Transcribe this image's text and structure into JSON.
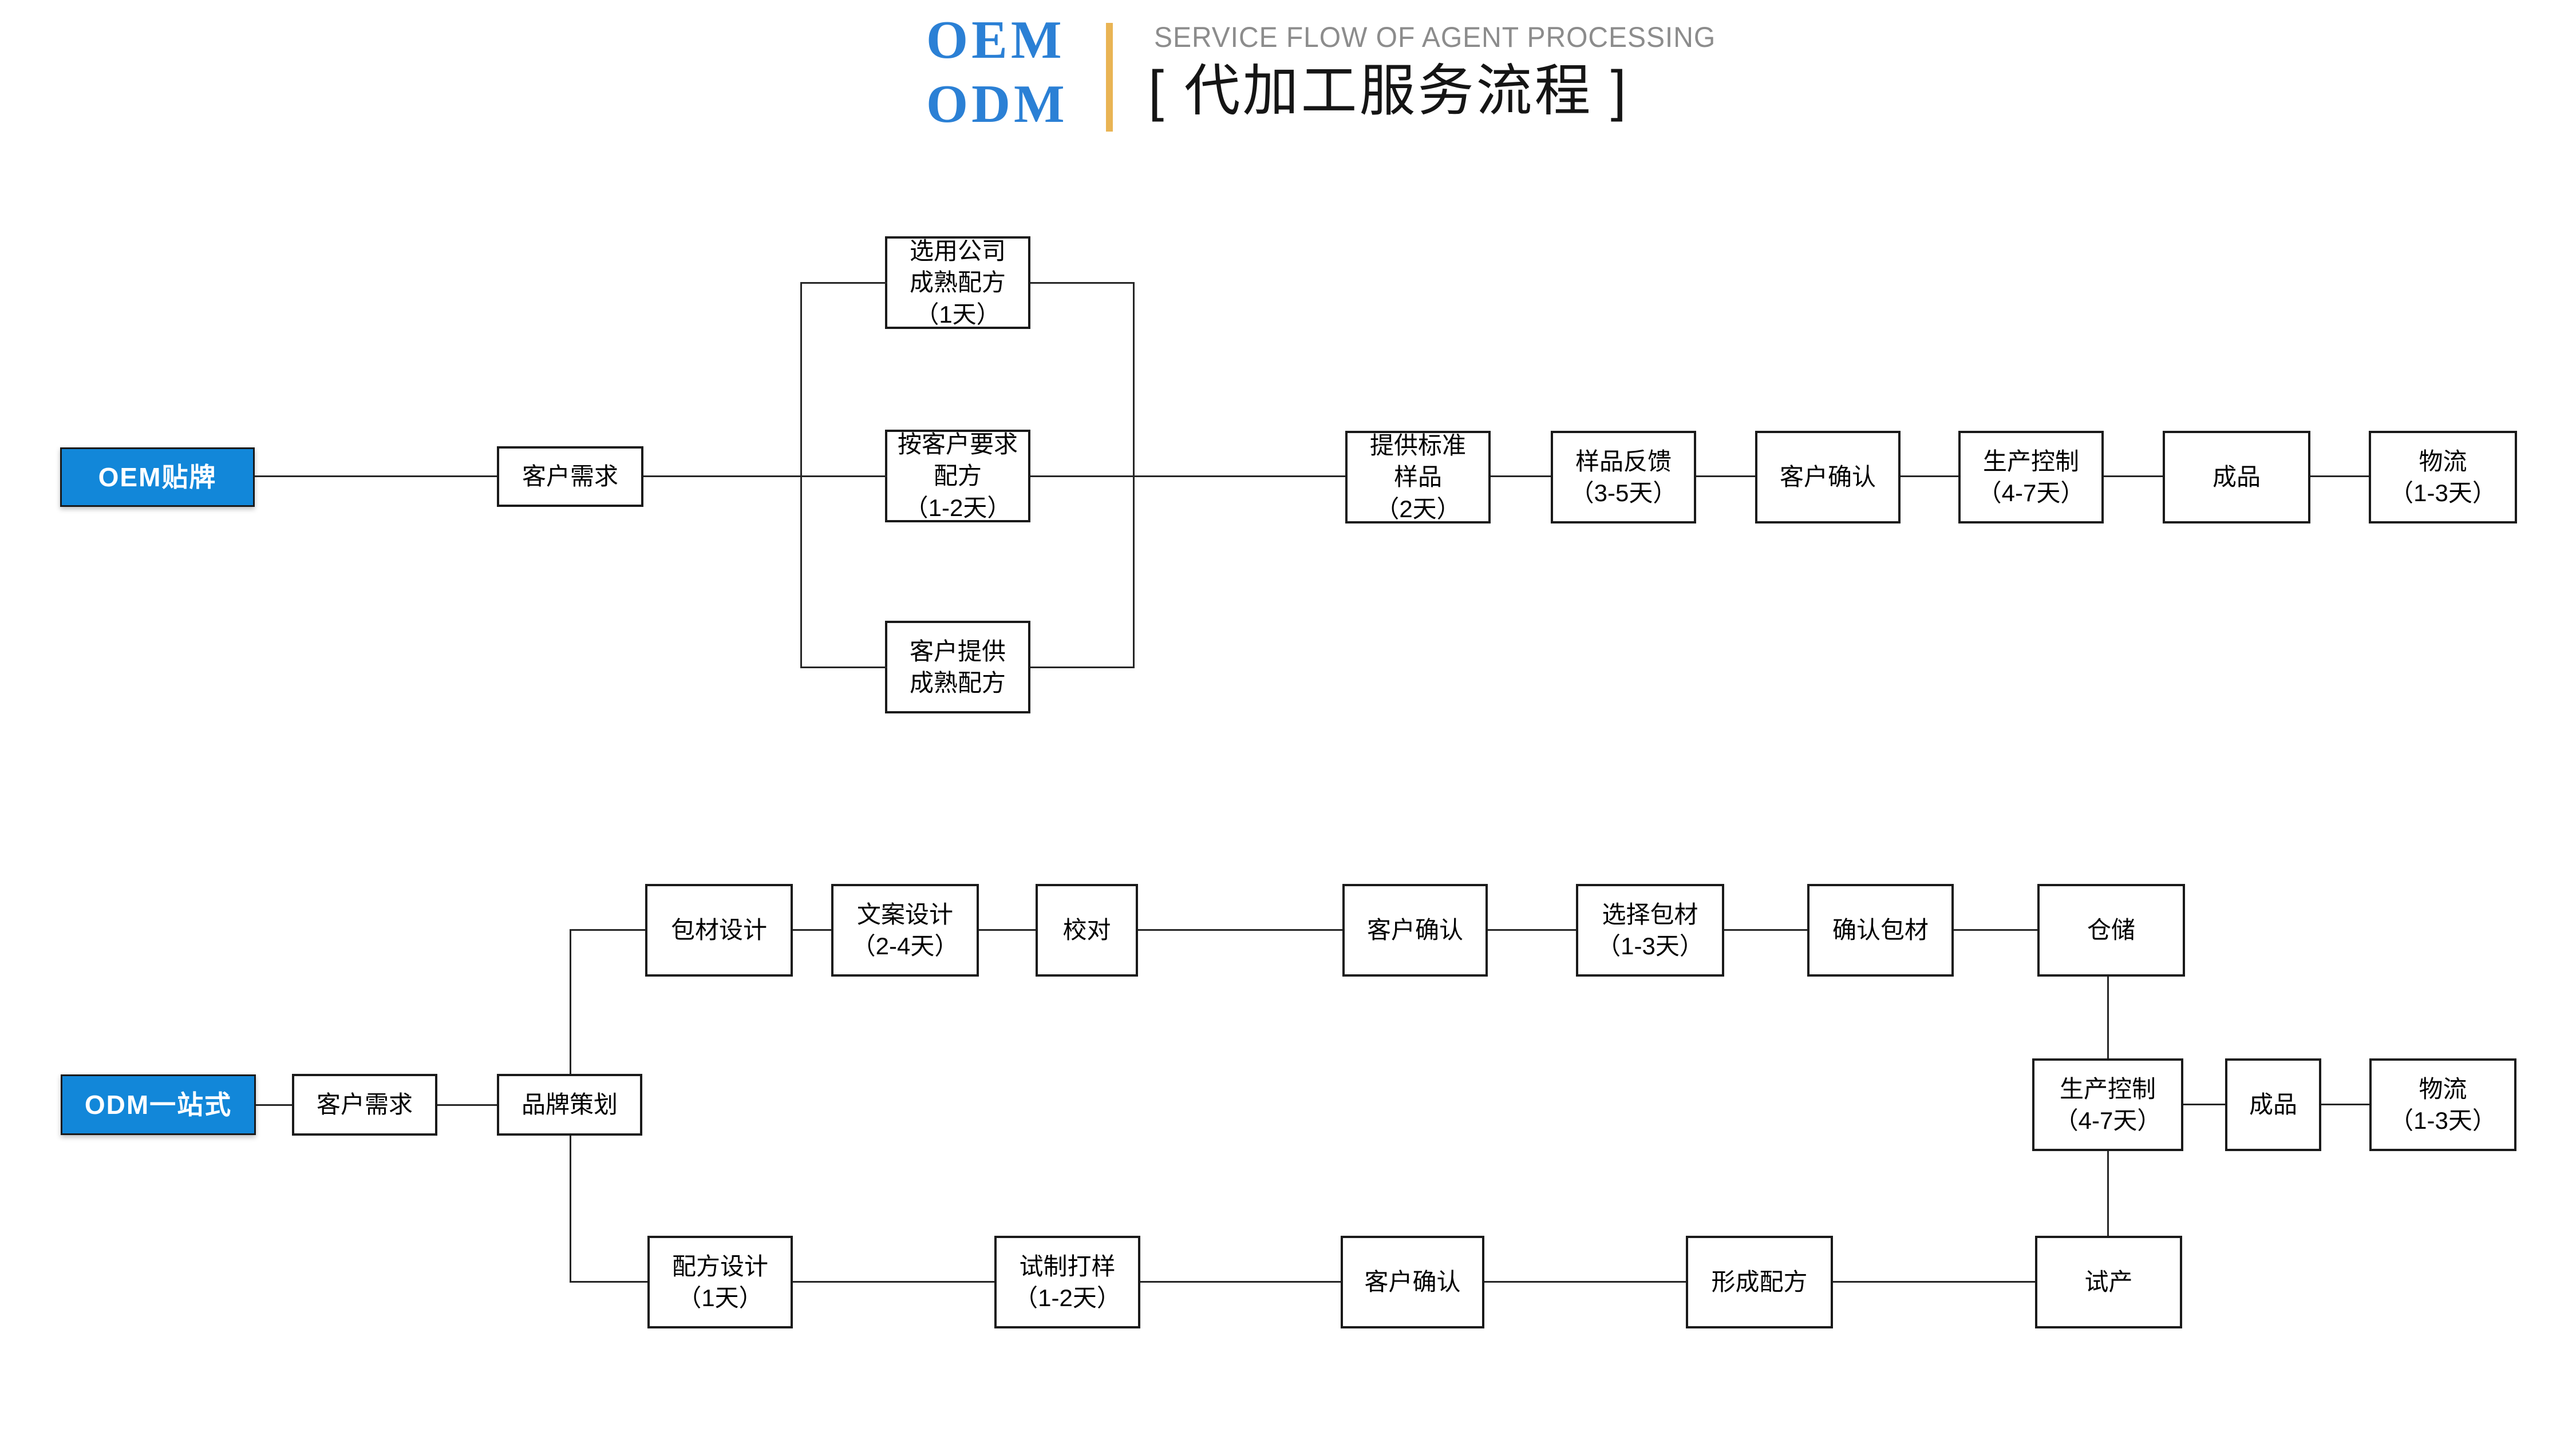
{
  "header": {
    "brand_top": "OEM",
    "brand_bottom": "ODM",
    "subtitle": "SERVICE FLOW OF AGENT PROCESSING",
    "title": "[ 代加工服务流程 ]"
  },
  "colors": {
    "accent": "#1287d9",
    "brand": "#2b80d5",
    "divider": "#e9b454",
    "line": "#262626"
  },
  "oem": {
    "entry": "OEM贴牌",
    "customer_needs": "客户需求",
    "formula_company": "选用公司\n成熟配方\n（1天）",
    "formula_custom": "按客户要求\n配方\n（1-2天）",
    "formula_customer": "客户提供\n成熟配方",
    "provide_sample": "提供标准\n样品\n（2天）",
    "sample_feedback": "样品反馈\n（3-5天）",
    "customer_confirm": "客户确认",
    "production_control": "生产控制\n（4-7天）",
    "finished": "成品",
    "logistics": "物流\n（1-3天）"
  },
  "odm": {
    "entry": "ODM一站式",
    "customer_needs": "客户需求",
    "brand_planning": "品牌策划",
    "packaging_design": "包材设计",
    "copy_design": "文案设计\n（2-4天）",
    "proofread": "校对",
    "customer_confirm_top": "客户确认",
    "select_packaging": "选择包材\n（1-3天）",
    "confirm_packaging": "确认包材",
    "warehousing": "仓储",
    "production_control": "生产控制\n（4-7天）",
    "finished": "成品",
    "logistics": "物流\n（1-3天）",
    "formula_design": "配方设计\n（1天）",
    "trial_sample": "试制打样\n（1-2天）",
    "customer_confirm_bottom": "客户确认",
    "form_formula": "形成配方",
    "trial_production": "试产"
  }
}
